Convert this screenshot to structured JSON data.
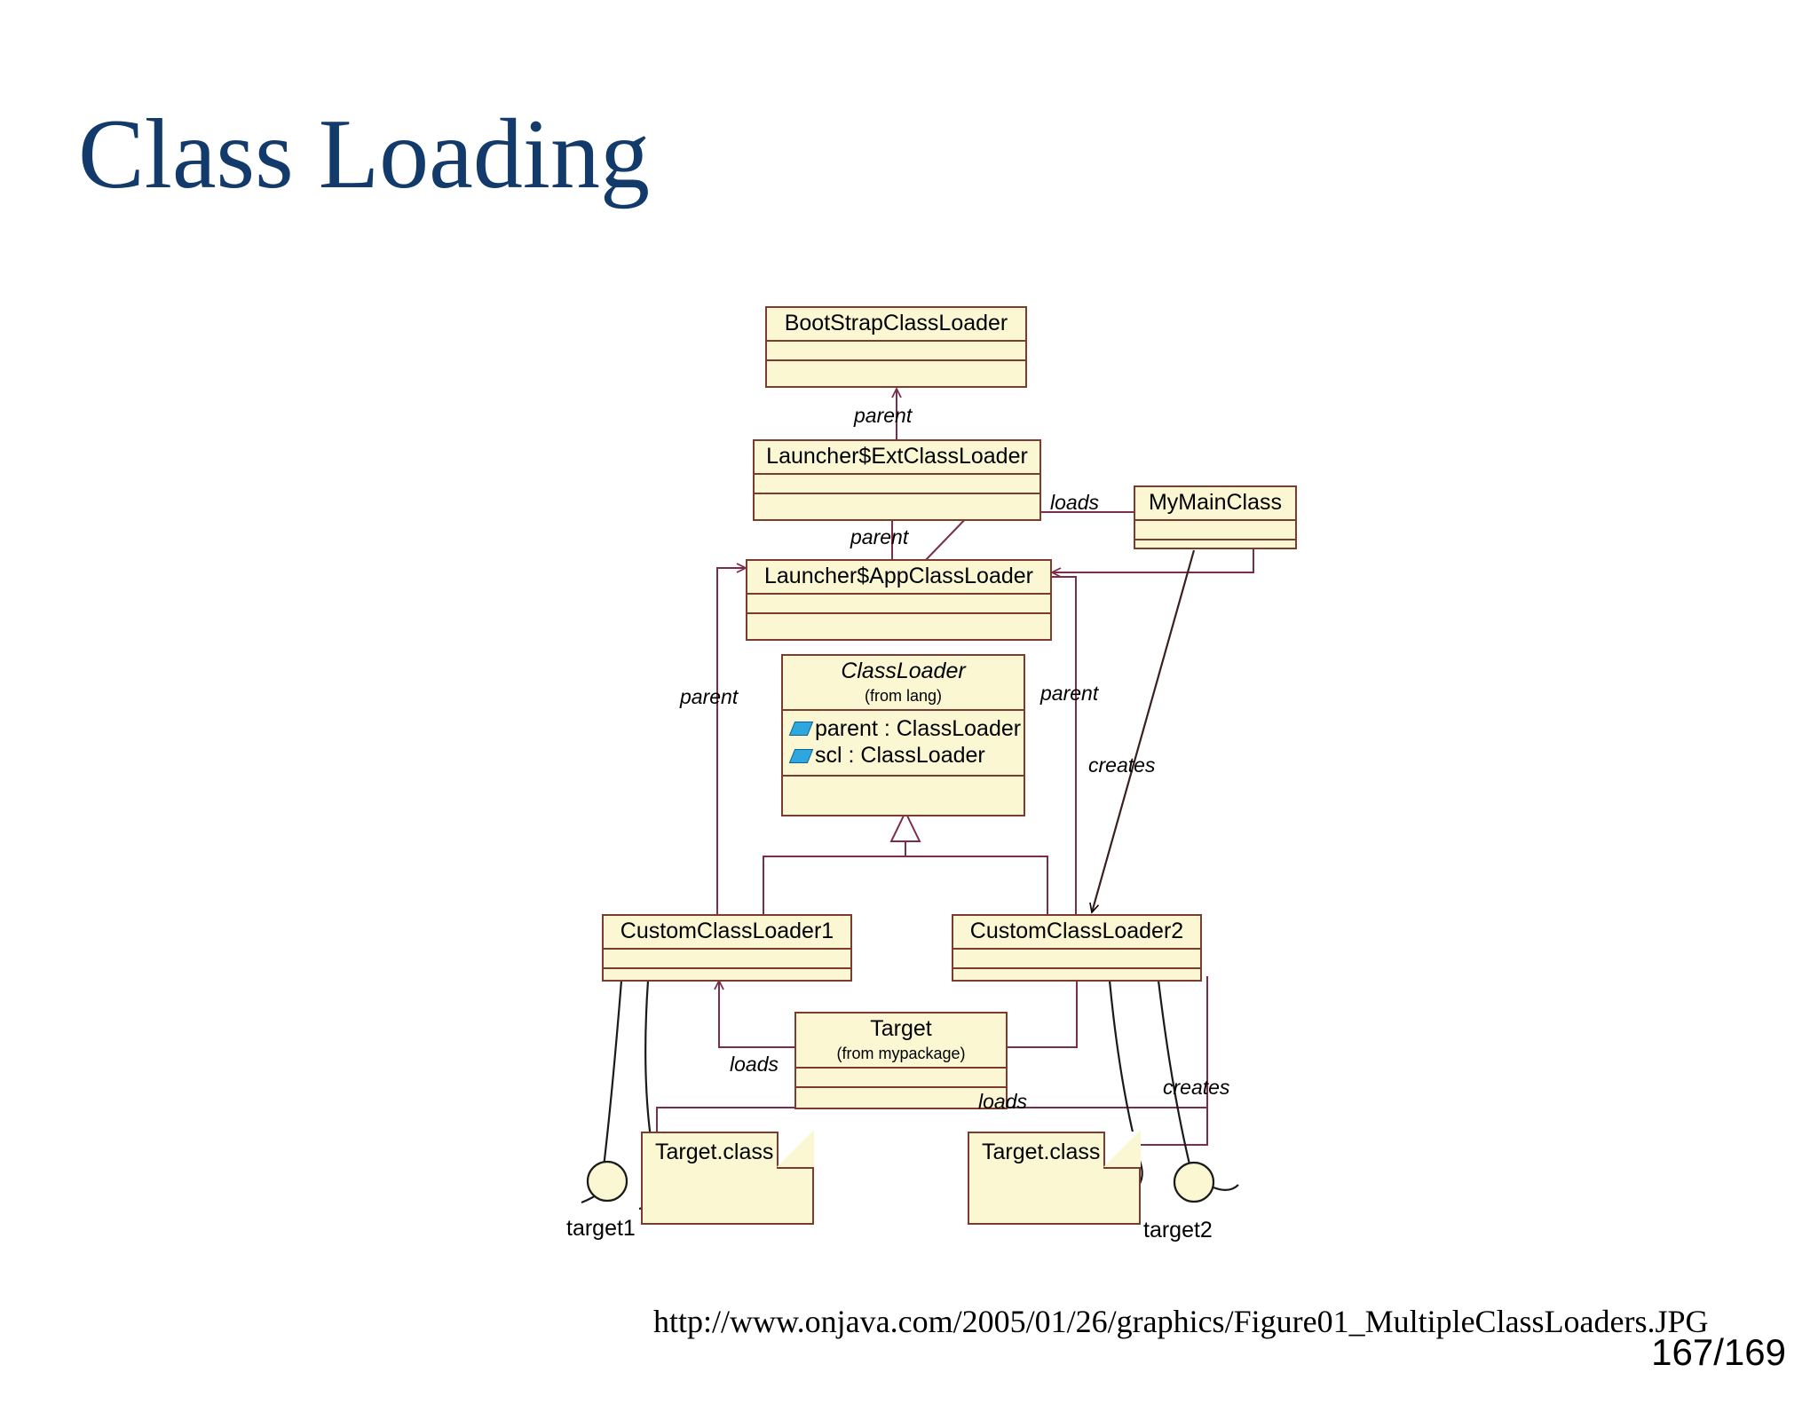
{
  "slide": {
    "title": "Class Loading",
    "title_color": "#123A6B",
    "source_url": "http://www.onjava.com/2005/01/26/graphics/Figure01_MultipleClassLoaders.JPG",
    "page_number": "167/169",
    "background": "#FFFFFF"
  },
  "theme": {
    "class_fill": "#FAF7D2",
    "class_border": "#7B3B2E",
    "edge_color": "#7B2D4A",
    "attr_icon_color": "#2EA7E0"
  },
  "diagram": {
    "type": "uml-class-diagram",
    "classes": [
      {
        "id": "bootstrap",
        "name": "BootStrapClassLoader",
        "stereotype": "",
        "italic": false,
        "attributes": []
      },
      {
        "id": "extloader",
        "name": "Launcher$ExtClassLoader",
        "stereotype": "",
        "italic": false,
        "attributes": []
      },
      {
        "id": "apploader",
        "name": "Launcher$AppClassLoader",
        "stereotype": "",
        "italic": false,
        "attributes": []
      },
      {
        "id": "mymain",
        "name": "MyMainClass",
        "stereotype": "",
        "italic": false,
        "attributes": []
      },
      {
        "id": "classloader",
        "name": "ClassLoader",
        "stereotype": "(from lang)",
        "italic": true,
        "attributes": [
          "parent : ClassLoader",
          "scl : ClassLoader"
        ]
      },
      {
        "id": "custom1",
        "name": "CustomClassLoader1",
        "stereotype": "",
        "italic": false,
        "attributes": []
      },
      {
        "id": "custom2",
        "name": "CustomClassLoader2",
        "stereotype": "",
        "italic": false,
        "attributes": []
      },
      {
        "id": "target",
        "name": "Target",
        "stereotype": "(from mypackage)",
        "italic": false,
        "attributes": []
      }
    ],
    "notes": [
      {
        "id": "note1",
        "label": "Target.class"
      },
      {
        "id": "note2",
        "label": "Target.class"
      }
    ],
    "instances": [
      {
        "id": "target1",
        "label": "target1"
      },
      {
        "id": "target2",
        "label": "target2"
      }
    ],
    "edge_labels": {
      "parent_ext_to_bootstrap": "parent",
      "parent_app_to_ext": "parent",
      "parent_custom1_to_app": "parent",
      "parent_custom2_to_app": "parent",
      "loads_main_to_app": "loads",
      "creates_main_to_custom2": "creates",
      "loads_custom1_to_target": "loads",
      "loads_custom2_to_target": "loads",
      "creates_custom2_to_note2": "creates"
    }
  }
}
